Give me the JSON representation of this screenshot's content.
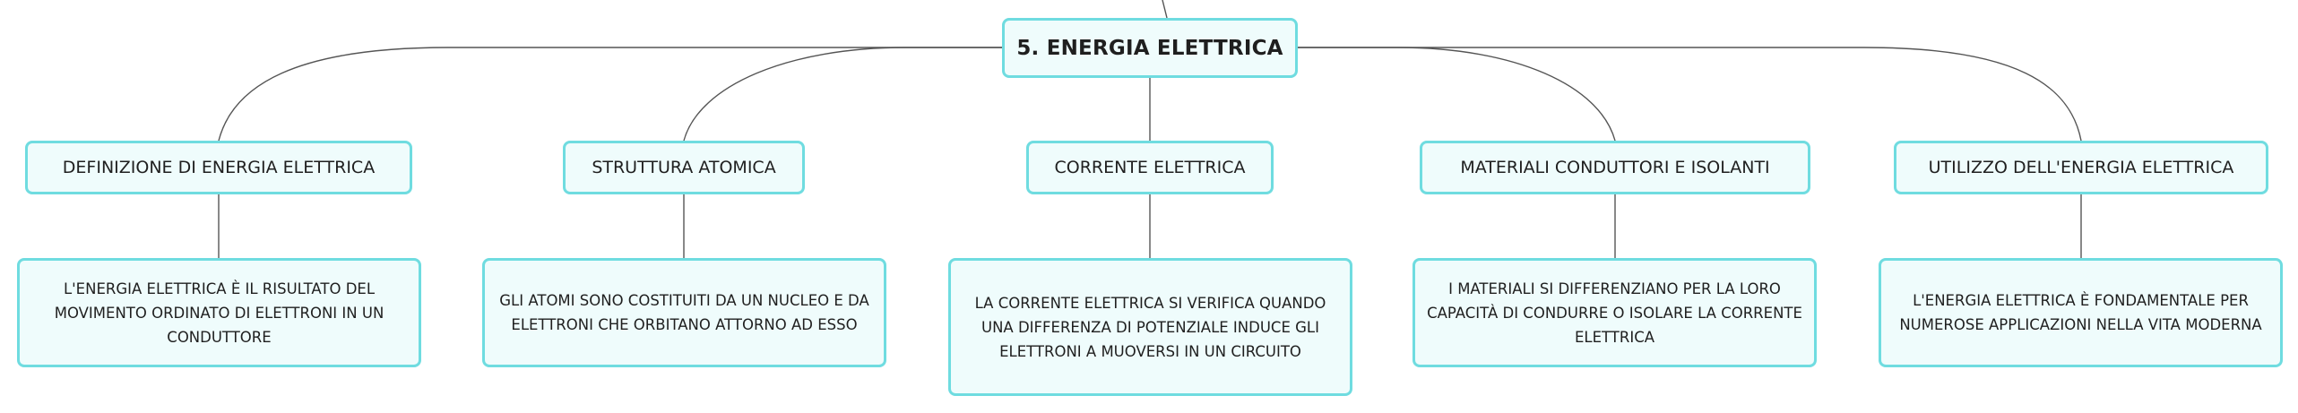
{
  "map": {
    "root": {
      "label": "5. ENERGIA ELETTRICA"
    },
    "topics": [
      {
        "label": "DEFINIZIONE DI ENERGIA ELETTRICA",
        "detail": "L'ENERGIA ELETTRICA È IL RISULTATO DEL MOVIMENTO ORDINATO DI ELETTRONI IN UN CONDUTTORE"
      },
      {
        "label": "STRUTTURA ATOMICA",
        "detail": "GLI ATOMI SONO COSTITUITI DA UN NUCLEO E DA ELETTRONI CHE ORBITANO ATTORNO AD ESSO"
      },
      {
        "label": "CORRENTE ELETTRICA",
        "detail": "LA CORRENTE ELETTRICA SI VERIFICA QUANDO UNA DIFFERENZA DI POTENZIALE INDUCE GLI ELETTRONI A MUOVERSI IN UN CIRCUITO"
      },
      {
        "label": "MATERIALI CONDUTTORI E ISOLANTI",
        "detail": "I MATERIALI SI DIFFERENZIANO PER LA LORO CAPACITÀ DI CONDURRE O ISOLARE LA CORRENTE ELETTRICA"
      },
      {
        "label": "UTILIZZO DELL'ENERGIA ELETTRICA",
        "detail": "L'ENERGIA ELETTRICA È FONDAMENTALE PER NUMEROSE APPLICAZIONI NELLA VITA MODERNA"
      }
    ],
    "colors": {
      "node_fill": "#effcfc",
      "node_border": "#6fdce0",
      "connector": "#555555"
    }
  }
}
